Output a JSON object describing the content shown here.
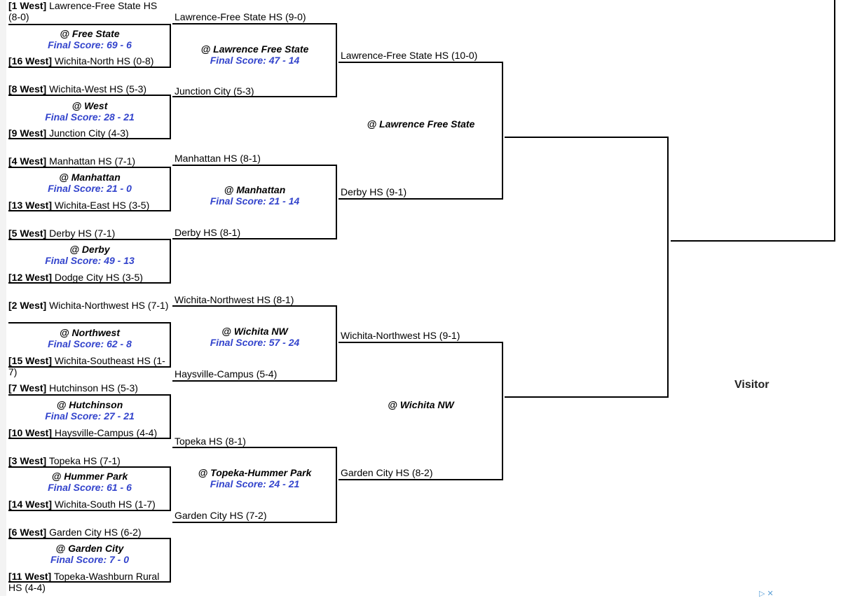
{
  "round1": [
    {
      "top_seed": "[1 West]",
      "top_team": "Lawrence-Free State HS (8-0)",
      "site": "@ Free State",
      "score": "Final Score: 69 - 6",
      "bot_seed": "[16 West]",
      "bot_team": "Wichita-North HS (0-8)"
    },
    {
      "top_seed": "[8 West]",
      "top_team": "Wichita-West HS (5-3)",
      "site": "@ West",
      "score": "Final Score: 28 - 21",
      "bot_seed": "[9 West]",
      "bot_team": "Junction City (4-3)"
    },
    {
      "top_seed": "[4 West]",
      "top_team": "Manhattan HS (7-1)",
      "site": "@ Manhattan",
      "score": "Final Score: 21 - 0",
      "bot_seed": "[13 West]",
      "bot_team": "Wichita-East HS (3-5)"
    },
    {
      "top_seed": "[5 West]",
      "top_team": "Derby HS (7-1)",
      "site": "@ Derby",
      "score": "Final Score: 49 - 13",
      "bot_seed": "[12 West]",
      "bot_team": "Dodge City HS (3-5)"
    },
    {
      "top_seed": "[2 West]",
      "top_team": "Wichita-Northwest HS (7-1)",
      "site": "@ Northwest",
      "score": "Final Score: 62 - 8",
      "bot_seed": "[15 West]",
      "bot_team": "Wichita-Southeast HS (1-7)"
    },
    {
      "top_seed": "[7 West]",
      "top_team": "Hutchinson HS (5-3)",
      "site": "@ Hutchinson",
      "score": "Final Score: 27 - 21",
      "bot_seed": "[10 West]",
      "bot_team": "Haysville-Campus (4-4)"
    },
    {
      "top_seed": "[3 West]",
      "top_team": "Topeka HS (7-1)",
      "site": "@ Hummer Park",
      "score": "Final Score: 61 - 6",
      "bot_seed": "[14 West]",
      "bot_team": "Wichita-South HS (1-7)"
    },
    {
      "top_seed": "[6 West]",
      "top_team": "Garden City HS (6-2)",
      "site": "@ Garden City",
      "score": "Final Score: 7 - 0",
      "bot_seed": "[11 West]",
      "bot_team": "Topeka-Washburn Rural HS (4-4)"
    }
  ],
  "round2": [
    {
      "top_team": "Lawrence-Free State HS (9-0)",
      "site": "@ Lawrence Free State",
      "score": "Final Score: 47 - 14",
      "bot_team": "Junction City (5-3)"
    },
    {
      "top_team": "Manhattan HS (8-1)",
      "site": "@ Manhattan",
      "score": "Final Score: 21 - 14",
      "bot_team": "Derby HS (8-1)"
    },
    {
      "top_team": "Wichita-Northwest HS (8-1)",
      "site": "@ Wichita NW",
      "score": "Final Score: 57 - 24",
      "bot_team": "Haysville-Campus (5-4)"
    },
    {
      "top_team": "Topeka HS (8-1)",
      "site": "@ Topeka-Hummer Park",
      "score": "Final Score: 24 - 21",
      "bot_team": "Garden City HS (7-2)"
    }
  ],
  "round3": [
    {
      "top_team": "Lawrence-Free State HS (10-0)",
      "site": "@ Lawrence Free State",
      "bot_team": "Derby HS (9-1)"
    },
    {
      "top_team": "Wichita-Northwest HS (9-1)",
      "site": "@ Wichita NW",
      "bot_team": "Garden City HS (8-2)"
    }
  ],
  "final": {
    "label": "Visitor"
  },
  "ad": {
    "glyphs": "▷ ✕"
  }
}
